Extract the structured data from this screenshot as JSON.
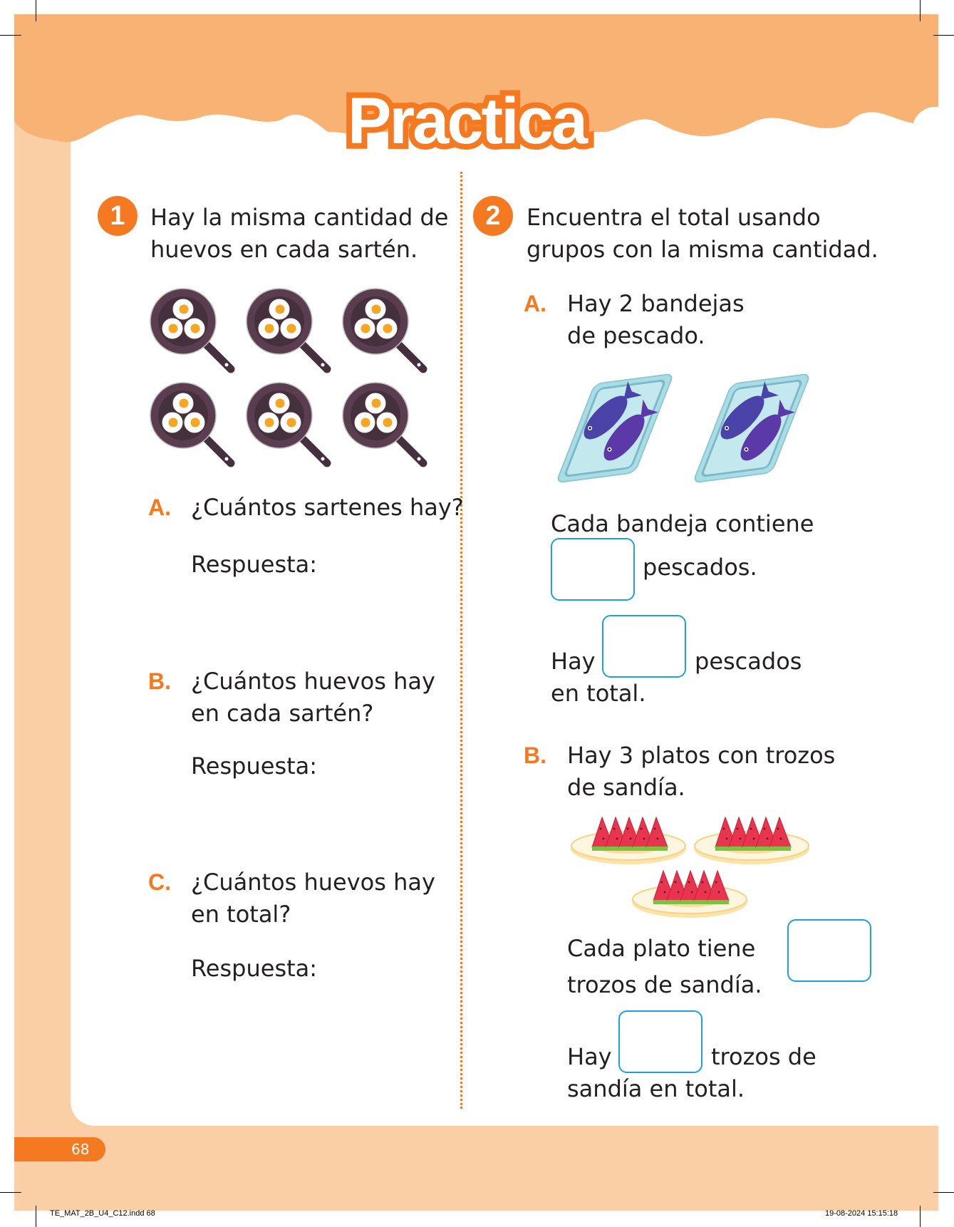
{
  "header": {
    "title": "Practica"
  },
  "exercise1": {
    "number": "1",
    "prompt_line1": "Hay la misma cantidad de",
    "prompt_line2": "huevos en cada sartén.",
    "pan_count": 6,
    "eggs_per_pan": 3,
    "questions": [
      {
        "label": "A.",
        "line1": "¿Cuántos sartenes hay?",
        "line2": "",
        "answer_label": "Respuesta:"
      },
      {
        "label": "B.",
        "line1": "¿Cuántos huevos hay",
        "line2": "en cada sartén?",
        "answer_label": "Respuesta:"
      },
      {
        "label": "C.",
        "line1": "¿Cuántos huevos hay",
        "line2": "en total?",
        "answer_label": "Respuesta:"
      }
    ]
  },
  "exercise2": {
    "number": "2",
    "prompt_line1": "Encuentra el total usando",
    "prompt_line2": "grupos con la misma cantidad.",
    "partA": {
      "label": "A.",
      "line1": "Hay 2 bandejas",
      "line2": "de pescado.",
      "tray_count": 2,
      "fish_per_tray": 2,
      "s1_line1": "Cada bandeja contiene",
      "s1_after_box": "pescados.",
      "s2_before_box": "Hay",
      "s2_after_box": "pescados",
      "s2_line2": "en total."
    },
    "partB": {
      "label": "B.",
      "line1": "Hay 3 platos con trozos",
      "line2": "de sandía.",
      "plate_count": 3,
      "slices_per_plate": 5,
      "s1_before_box": "Cada plato tiene",
      "s1_line2": "trozos de sandía.",
      "s2_before_box": "Hay",
      "s2_after_box": "trozos de",
      "s2_line2": "sandía en total."
    }
  },
  "footer": {
    "page_number": "68",
    "file_info": "TE_MAT_2B_U4_C12.indd   68",
    "timestamp": "19-08-2024   15:15:18"
  },
  "colors": {
    "accent": "#F47920",
    "band": "#F8B274",
    "pale": "#FBCFA6",
    "answer_box": "#1EA0DC"
  }
}
